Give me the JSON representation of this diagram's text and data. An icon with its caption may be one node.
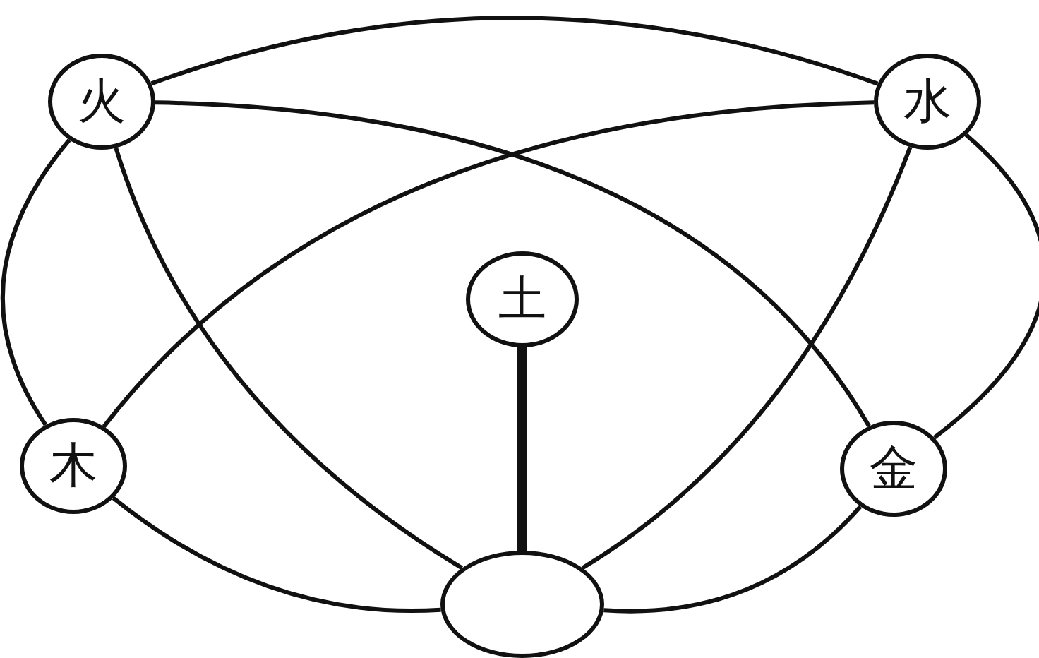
{
  "diagram": {
    "nodes": [
      {
        "text": [
          "火"
        ]
      },
      {
        "text": [
          "水"
        ]
      },
      {
        "text": [
          "土"
        ]
      },
      {
        "text": [
          "木"
        ]
      },
      {
        "text": [
          "金"
        ]
      },
      {
        "text": [],
        "shape": "circle"
      }
    ],
    "edges": [
      {
        "from": 0,
        "to": 1,
        "arrow": "none"
      },
      {
        "from": 0,
        "to": 3,
        "arrow": "none"
      },
      {
        "from": 0,
        "to": 5,
        "arrow": "none"
      },
      {
        "from": 0,
        "to": 4,
        "arrow": "none"
      },
      {
        "from": 1,
        "to": 3,
        "arrow": "none"
      },
      {
        "from": 1,
        "to": 4,
        "arrow": "none"
      },
      {
        "from": 1,
        "to": 5,
        "arrow": "none"
      },
      {
        "from": 2,
        "to": 5,
        "arrow": "none",
        "style": "thick"
      },
      {
        "from": 3,
        "to": 5,
        "arrow": "none"
      },
      {
        "from": 4,
        "to": 5,
        "arrow": "none"
      }
    ]
  }
}
